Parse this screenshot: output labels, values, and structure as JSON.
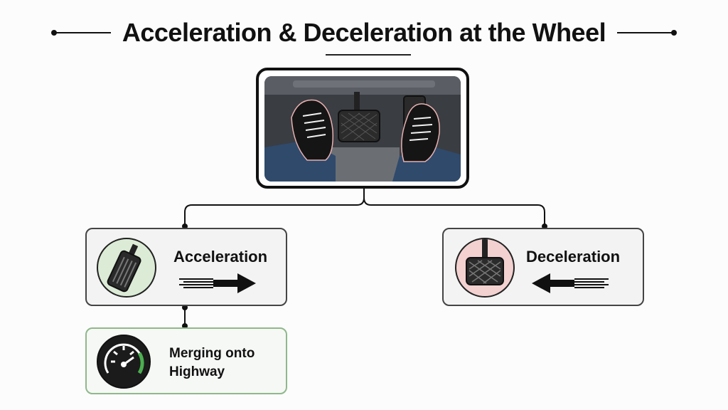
{
  "title": "Acceleration & Deceleration at the Wheel",
  "nodes": {
    "acceleration": {
      "label": "Acceleration",
      "icon": "gas-pedal-icon",
      "accent": "#dcebd6"
    },
    "deceleration": {
      "label": "Deceleration",
      "icon": "brake-pedal-icon",
      "accent": "#f3d1d1"
    },
    "merging": {
      "label": "Merging onto Highway",
      "icon": "speedometer-icon",
      "accent": "#4caf50"
    }
  },
  "photo": {
    "icon": "feet-on-pedals-illustration"
  },
  "colors": {
    "line": "#111111",
    "card_border": "#444444",
    "merge_border": "#8fb88a"
  }
}
